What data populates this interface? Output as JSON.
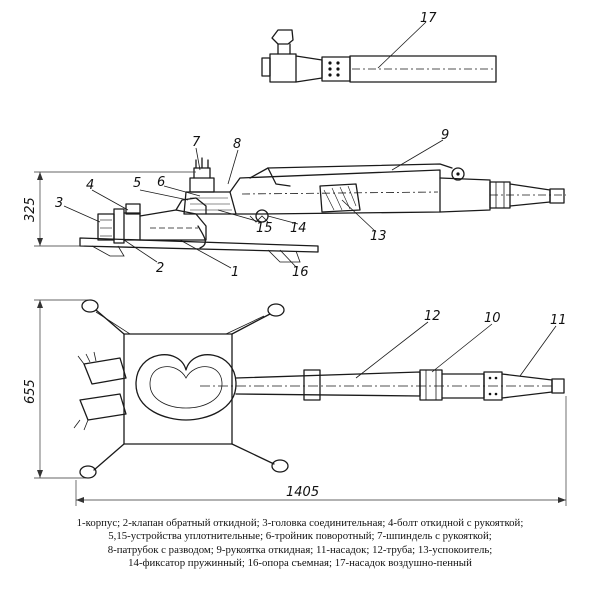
{
  "labels": {
    "l1": "1",
    "l2": "2",
    "l3": "3",
    "l4": "4",
    "l5": "5",
    "l6": "6",
    "l7": "7",
    "l8": "8",
    "l9": "9",
    "l10": "10",
    "l11": "11",
    "l12": "12",
    "l13": "13",
    "l14": "14",
    "l15": "15",
    "l16": "16",
    "l17": "17"
  },
  "dimensions": {
    "height_side": "325",
    "height_top": "655",
    "length": "1405"
  },
  "legend": {
    "line1": "1-корпус; 2-клапан обратный откидной; 3-головка соединительная; 4-болт откидной с рукояткой;",
    "line2": "5,15-устройства уплотнительные; 6-тройник поворотный; 7-шпиндель с рукояткой;",
    "line3": "8-патрубок с разводом; 9-рукоятка откидная; 11-насадок; 12-труба; 13-успокоитель;",
    "line4": "14-фиксатор пружинный; 16-опора съемная; 17-насадок воздушно-пенный"
  }
}
